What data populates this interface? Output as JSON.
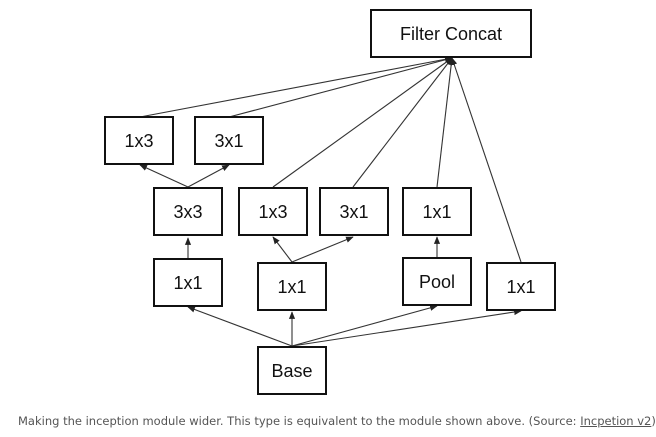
{
  "diagram": {
    "nodes": {
      "filter_concat": "Filter Concat",
      "b1_1x3": "1x3",
      "b1_3x1": "3x1",
      "b1_3x3": "3x3",
      "b2_1x3": "1x3",
      "b2_3x1": "3x1",
      "b3_1x1_top": "1x1",
      "b1_1x1": "1x1",
      "b2_1x1": "1x1",
      "b3_pool": "Pool",
      "b4_1x1": "1x1",
      "base": "Base"
    }
  },
  "caption": {
    "text": "Making the inception module wider. This type is equivalent to the module shown above. (Source: ",
    "link_text": "Incpetion v2",
    "suffix": ")"
  },
  "colors": {
    "box_stroke": "#111111",
    "edge": "#333333",
    "caption_text": "#555555"
  }
}
